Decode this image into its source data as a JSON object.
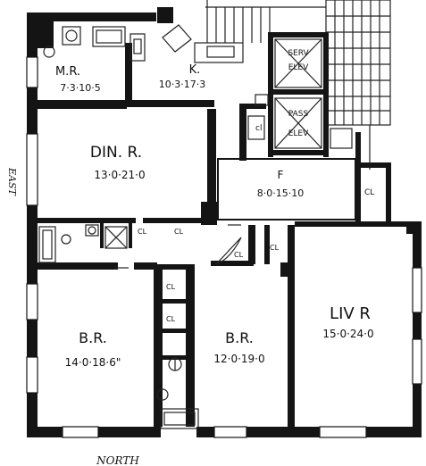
{
  "rooms": {
    "maid": {
      "name": "M.R.",
      "dims": "7·3·10·5"
    },
    "kitchen": {
      "name": "K.",
      "dims": "10·3·17·3"
    },
    "dining": {
      "name": "DIN. R.",
      "dims": "13·0·21·0"
    },
    "foyer": {
      "name": "F",
      "dims": "8·0·15·10"
    },
    "living": {
      "name": "LIV R",
      "dims": "15·0·24·0"
    },
    "bedroom_left": {
      "name": "B.R.",
      "dims": "14·0·18·6\""
    },
    "bedroom_mid": {
      "name": "B.R.",
      "dims": "12·0·19·0"
    }
  },
  "closets": {
    "cl_elev": "cl",
    "cl_foyer_right": "CL",
    "cl_hall_1": "CL",
    "cl_hall_2": "CL",
    "cl_hall_3": "CL",
    "cl_hall_4": "CL",
    "cl_br_1": "CL",
    "cl_br_2": "CL"
  },
  "elevators": {
    "service": [
      "SERV",
      "ELEV"
    ],
    "passenger": [
      "PASS",
      "ELEV"
    ]
  },
  "compass": {
    "east": "EAST",
    "north": "NORTH"
  }
}
